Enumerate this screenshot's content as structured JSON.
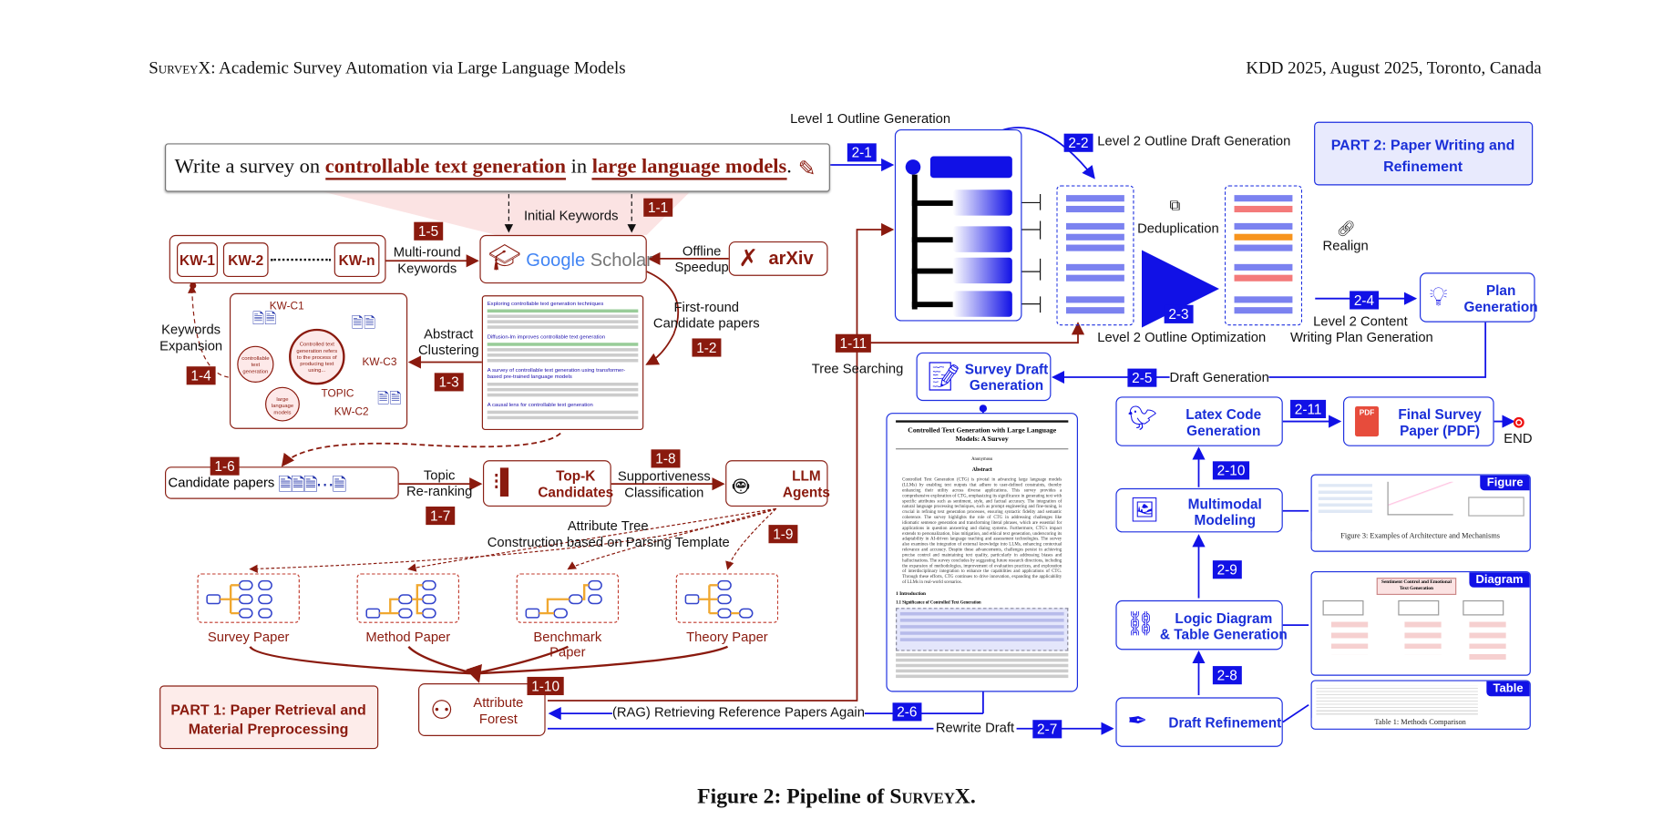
{
  "header": {
    "left_brand": "SurveyX",
    "left_rest": ": Academic Survey Automation via Large Language Models",
    "right": "KDD 2025, August 2025, Toronto, Canada"
  },
  "caption": {
    "prefix": "Figure 2: Pipeline of ",
    "name": "SurveyX",
    "suffix": "."
  },
  "prompt": {
    "t1": "Write a survey on ",
    "h1": "controllable text generation",
    "t2": " in ",
    "h2": "large language models",
    "t3": "."
  },
  "part1": {
    "title": "PART 1: Paper Retrieval and Material Preprocessing",
    "initial_keywords": "Initial Keywords",
    "kw": [
      "KW-1",
      "KW-2",
      "KW-n"
    ],
    "multi_round": [
      "Multi-round",
      "Keywords"
    ],
    "google_scholar": {
      "g": "Google",
      "s": " Scholar"
    },
    "offline": [
      "Offline",
      "Speedup"
    ],
    "arxiv": "arXiv",
    "keywords_expansion": [
      "Keywords",
      "Expansion"
    ],
    "clusters": {
      "c1": "KW-C1",
      "c2": "KW-C2",
      "c3": "KW-C3",
      "topic": "TOPIC",
      "bubble_main": "Controlled text generation refers to the process of producing text using...",
      "bubble_a": "controllable text generation",
      "bubble_b": "large language models"
    },
    "abstract_clustering": [
      "Abstract",
      "Clustering"
    ],
    "search_results": [
      "Exploring controllable text generation techniques",
      "Diffusion-lm improves controllable text generation",
      "A survey of controllable text generation using transformer-based pre-trained language models",
      "A causal lens for controllable text generation"
    ],
    "first_round": [
      "First-round",
      "Candidate papers"
    ],
    "candidate_papers": "Candidate papers",
    "topic_reranking": [
      "Topic",
      "Re-ranking"
    ],
    "topk": [
      "Top-K",
      "Candidates"
    ],
    "supportiveness": [
      "Supportiveness",
      "Classification"
    ],
    "llm_agents": [
      "LLM",
      "Agents"
    ],
    "attribute_tree": [
      "Attribute Tree",
      "Construction based on Parsing Template"
    ],
    "paper_types": [
      "Survey Paper",
      "Method Paper",
      "Benchmark Paper",
      "Theory Paper"
    ],
    "attribute_forest": [
      "Attribute",
      "Forest"
    ],
    "badges": [
      "1-1",
      "1-2",
      "1-3",
      "1-4",
      "1-5",
      "1-6",
      "1-7",
      "1-8",
      "1-9",
      "1-10",
      "1-11"
    ]
  },
  "part2": {
    "title": "PART 2: Paper Writing and Refinement",
    "level1": "Level 1 Outline Generation",
    "level2_draft": "Level 2 Outline Draft Generation",
    "deduplication": "Deduplication",
    "realign": "Realign",
    "level2_opt": "Level 2 Outline Optimization",
    "plan": [
      "Plan",
      "Generation"
    ],
    "content_plan": [
      "Level 2 Content",
      "Writing Plan Generation"
    ],
    "tree_searching": "Tree Searching",
    "survey_draft": [
      "Survey Draft",
      "Generation"
    ],
    "draft_generation": "Draft Generation",
    "latex": [
      "Latex Code",
      "Generation"
    ],
    "final": [
      "Final Survey",
      "Paper (PDF)"
    ],
    "end": "END",
    "multimodal": [
      "Multimodal",
      "Modeling"
    ],
    "logic": [
      "Logic Diagram",
      "& Table Generation"
    ],
    "refinement": "Draft Refinement",
    "rag": "(RAG)  Retrieving Reference Papers Again",
    "rewrite": "Rewrite Draft",
    "badges": [
      "2-1",
      "2-2",
      "2-3",
      "2-4",
      "2-5",
      "2-6",
      "2-7",
      "2-8",
      "2-9",
      "2-10",
      "2-11"
    ],
    "panels": {
      "figure": "Figure",
      "diagram": "Diagram",
      "table": "Table",
      "figure_caption": "Figure 3: Examples of Architecture and Mechanisms",
      "diagram_title": "Sentiment Control and Emotional Text Generation",
      "table_caption": "Table 1: Methods Comparison"
    }
  },
  "doc": {
    "title": "Controlled Text Generation with Large Language Models: A Survey",
    "author": "Anonymous",
    "abstract_h": "Abstract",
    "abstract": "Controlled Text Generation (CTG) is pivotal in advancing large language models (LLMs) by enabling text outputs that adhere to user-defined constraints, thereby enhancing their utility across diverse applications. This survey provides a comprehensive exploration of CTG, emphasizing its significance in generating text with specific attributes such as sentiment, style, and factual accuracy. The integration of natural language processing techniques, such as prompt engineering and fine-tuning, is crucial in refining text generation processes, ensuring syntactic fidelity and semantic coherence. The survey highlights the role of CTG in addressing challenges like idiomatic sentence generation and transforming literal phrases, which are essential for applications in question answering and dialog systems. Furthermore, CTG's impact extends to personalization, bias mitigation, and ethical text generation, underscoring its adaptability in AI-driven language teaching and assessment technologies. The survey also examines the integration of external knowledge into LLMs, enhancing contextual relevance and accuracy. Despite these advancements, challenges persist in achieving precise control and maintaining text quality, particularly in addressing biases and hallucinations. The survey concludes by suggesting future research directions, including the expansion of methodologies, improvement of evaluation practices, and exploration of interdisciplinary integration to enhance the capabilities and applications of CTG. Through these efforts, CTG continues to drive innovation, expanding the applicability of LLMs in real-world scenarios.",
    "intro_h": "1   Introduction",
    "sub_h": "1.1   Significance of Controlled Text Generation"
  },
  "colors": {
    "red": "#8a1a0e",
    "blue": "#1111e6",
    "part_bg_red": "#fdecea",
    "part_bg_blue": "#e8eafd"
  }
}
